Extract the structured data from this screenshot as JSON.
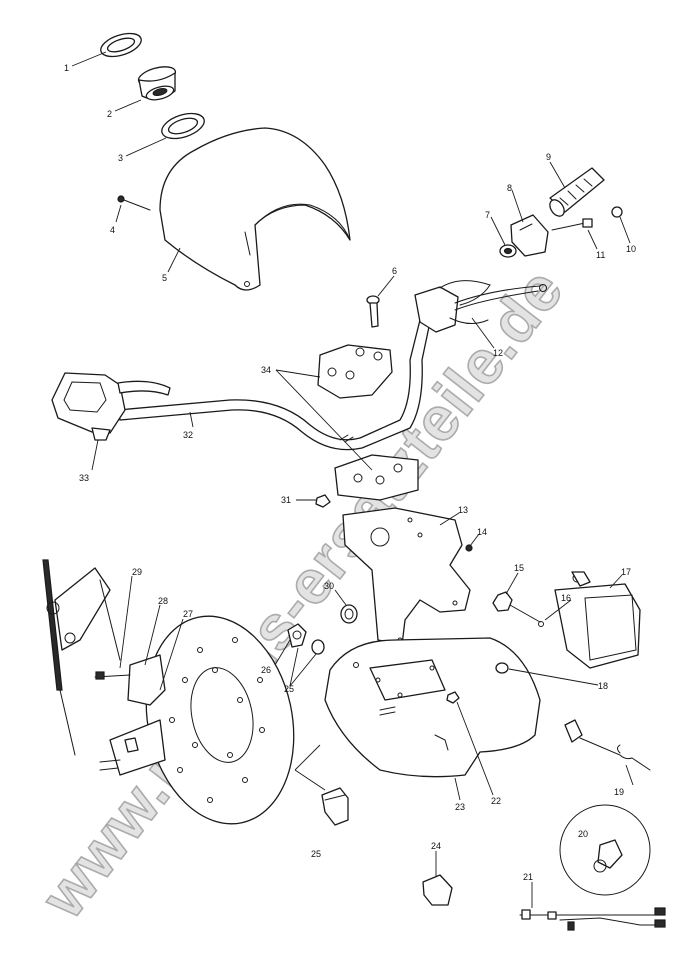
{
  "diagram": {
    "callouts": [
      "1",
      "2",
      "3",
      "4",
      "5",
      "6",
      "7",
      "8",
      "9",
      "10",
      "11",
      "12",
      "13",
      "14",
      "15",
      "16",
      "17",
      "18",
      "19",
      "20",
      "21",
      "22",
      "23",
      "24",
      "25",
      "25",
      "26",
      "27",
      "28",
      "29",
      "30",
      "31",
      "32",
      "33",
      "34"
    ],
    "watermark": "www.polaris-ersatzteile.de"
  }
}
